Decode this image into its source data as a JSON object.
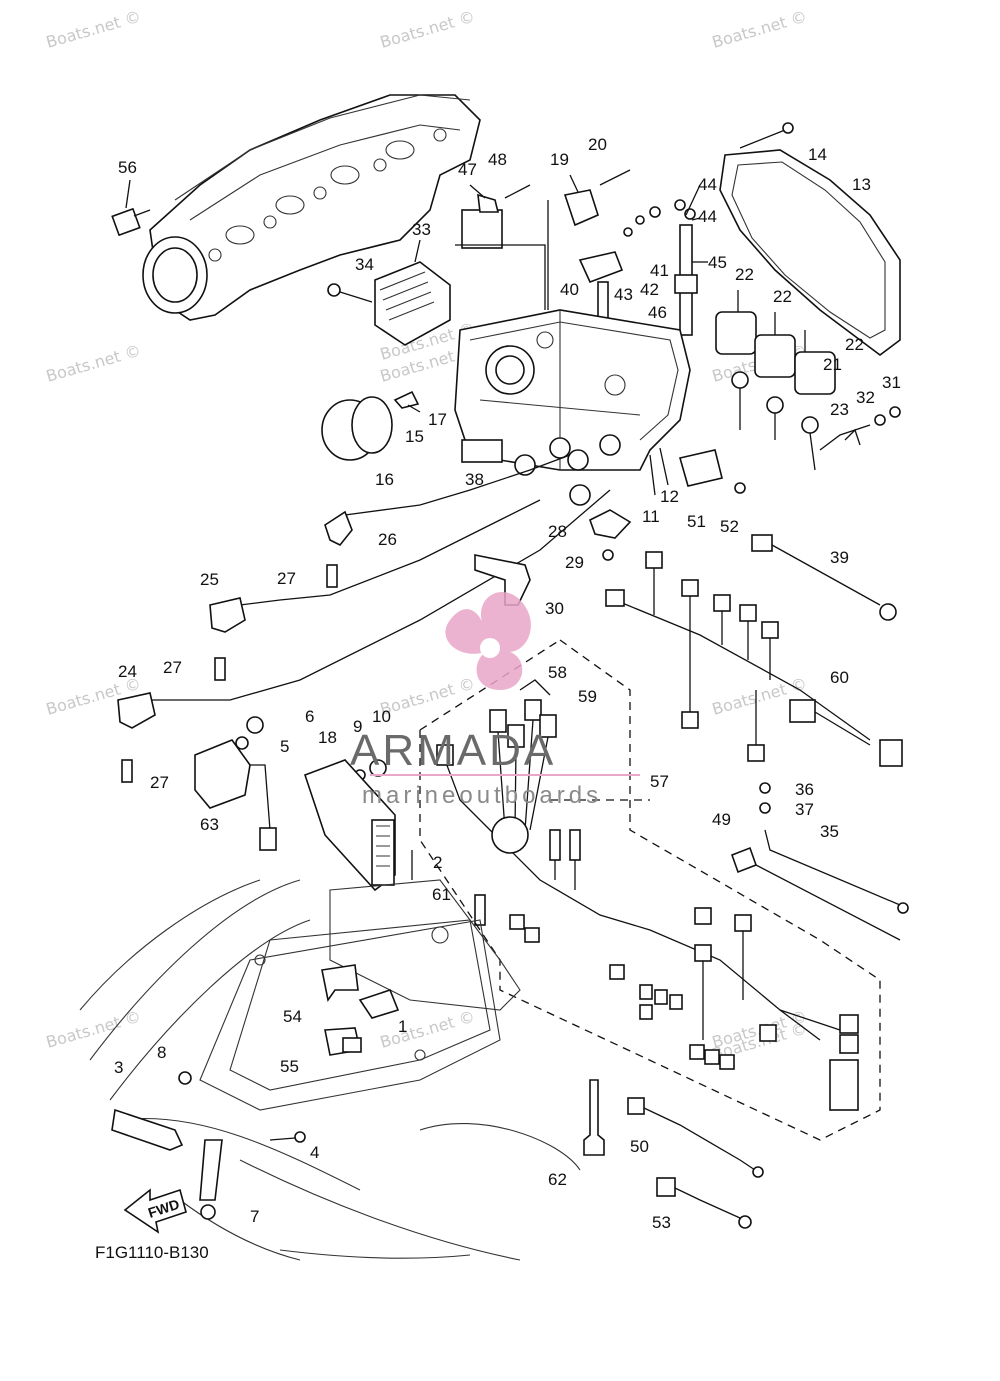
{
  "diagram": {
    "code": "F1G1110-B130",
    "fwd_label": "FWD"
  },
  "watermarks": [
    "Boats.net ©",
    "Boats.net ©",
    "Boats.net ©",
    "Boats.net ©",
    "Boats.net ©",
    "Boats.net ©",
    "Boats.net ©",
    "Boats.net ©",
    "Boats.net ©",
    "Boats.net ©",
    "Boats.net ©",
    "Boats.net ©",
    "Boats.net ©",
    "Boats.net ©"
  ],
  "brand": {
    "name": "ARMADA",
    "tagline": "marineoutboards"
  },
  "callouts": [
    "56",
    "48",
    "47",
    "19",
    "20",
    "14",
    "13",
    "44",
    "44",
    "33",
    "34",
    "41",
    "45",
    "43",
    "42",
    "40",
    "46",
    "22",
    "22",
    "22",
    "21",
    "31",
    "32",
    "23",
    "15",
    "17",
    "16",
    "38",
    "12",
    "11",
    "51",
    "52",
    "28",
    "26",
    "29",
    "30",
    "39",
    "27",
    "25",
    "27",
    "24",
    "60",
    "58",
    "59",
    "6",
    "10",
    "9",
    "5",
    "18",
    "27",
    "57",
    "63",
    "36",
    "37",
    "49",
    "35",
    "2",
    "61",
    "54",
    "1",
    "55",
    "8",
    "3",
    "4",
    "62",
    "50",
    "7",
    "53"
  ],
  "colors": {
    "line": "#111111",
    "watermark": "#c8c8c8",
    "brand_pink": "#e8a6c8",
    "brand_text": "#6a6a6a"
  }
}
